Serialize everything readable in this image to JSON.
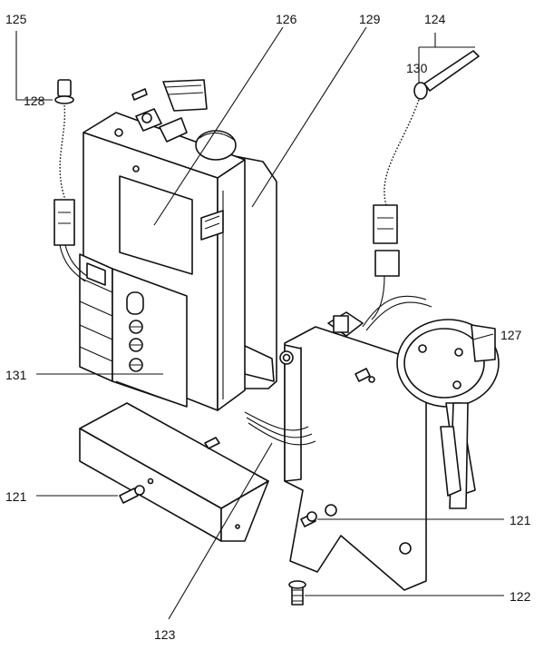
{
  "diagram": {
    "callouts": {
      "c121a": "121",
      "c121b": "121",
      "c122": "122",
      "c123": "123",
      "c124": "124",
      "c125": "125",
      "c126": "126",
      "c127": "127",
      "c128": "128",
      "c129": "129",
      "c130": "130",
      "c131": "131"
    }
  }
}
